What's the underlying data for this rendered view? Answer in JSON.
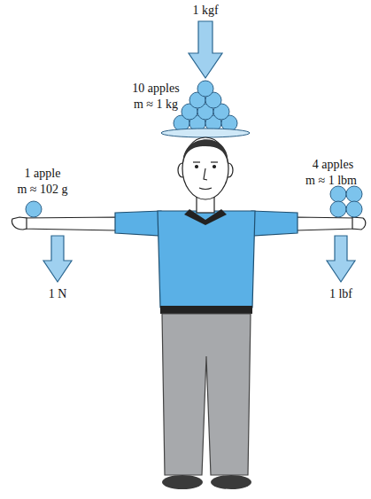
{
  "diagram": {
    "labels": [
      "1 kgf",
      "10 apples",
      "m ≈ 1 kg",
      "1 apple",
      "m ≈ 102 g",
      "4 apples",
      "m ≈ 1 lbm",
      "1 N",
      "1 lbf"
    ]
  }
}
